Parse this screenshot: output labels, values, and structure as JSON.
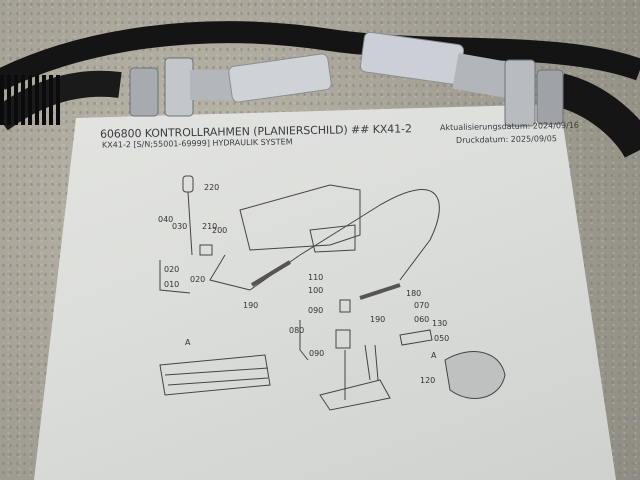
{
  "document": {
    "title": "606800 KONTROLLRAHMEN (PLANIERSCHILD) ## KX41-2",
    "subtitle": "KX41-2 [S/N;55001-69999] HYDRAULIK SYSTEM",
    "update_date": "Aktualisierungsdatum: 2024/09/16",
    "print_date": "Druckdatum: 2025/09/05"
  },
  "diagram": {
    "part_labels": [
      "220",
      "040",
      "030",
      "210",
      "200",
      "020",
      "010",
      "020",
      "190",
      "110",
      "100",
      "180",
      "090",
      "190",
      "080",
      "090",
      "070",
      "060",
      "130",
      "050",
      "A",
      "120",
      "A"
    ]
  },
  "colors": {
    "paper": "#dcdedb",
    "hose": "#151515",
    "metal": "#b9bdc2",
    "floor": "#a9a59a"
  }
}
